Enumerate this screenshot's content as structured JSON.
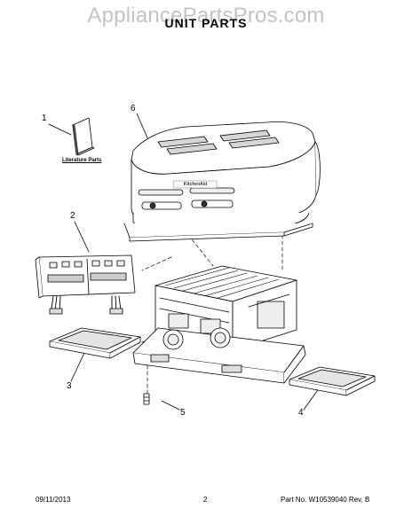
{
  "watermark": "AppliancePartsPros.com",
  "title": "UNIT PARTS",
  "callouts": {
    "c1": "1",
    "c2": "2",
    "c3": "3",
    "c4": "4",
    "c5": "5",
    "c6": "6"
  },
  "literature_label": "Literature Parts",
  "brand_badge": "KitchenAid",
  "footer": {
    "date": "09/11/2013",
    "page": "2",
    "part_no": "Part No. W10539040  Rev. B"
  }
}
